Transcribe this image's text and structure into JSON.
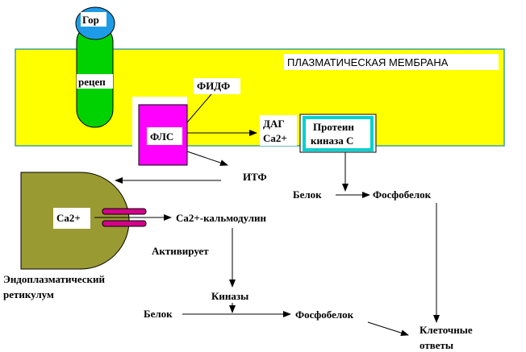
{
  "labels": {
    "hormone": "Гор",
    "receptor": "рецеп",
    "membrane": "ПЛАЗМАТИЧЕСКАЯ МЕМБРАНА",
    "pip2": "ФИДФ",
    "plc": "ФЛС",
    "dag": "ДАГ",
    "ca_top": "Ca2+",
    "pkc_line1": "Протеин",
    "pkc_line2": "киназа С",
    "ip3": "ИТФ",
    "protein1": "Белок",
    "phosphoprotein1": "Фосфобелок",
    "ca_er": "Ca2+",
    "calmodulin": "Ca2+-кальмодулин",
    "activates": "Активирует",
    "er_line1": "Эндоплазматический",
    "er_line2": "ретикулум",
    "kinases": "Киназы",
    "protein2": "Белок",
    "phosphoprotein2": "Фосфобелок",
    "responses_line1": "Клеточные",
    "responses_line2": "ответы"
  },
  "colors": {
    "membrane": "#ffff00",
    "membrane_border": "#3fa0a0",
    "hormone": "#1e9be6",
    "receptor": "#00d100",
    "plc": "#ff00ff",
    "pkc_border": "#00d0d0",
    "er": "#9a9a33",
    "channel": "#d4008a"
  }
}
